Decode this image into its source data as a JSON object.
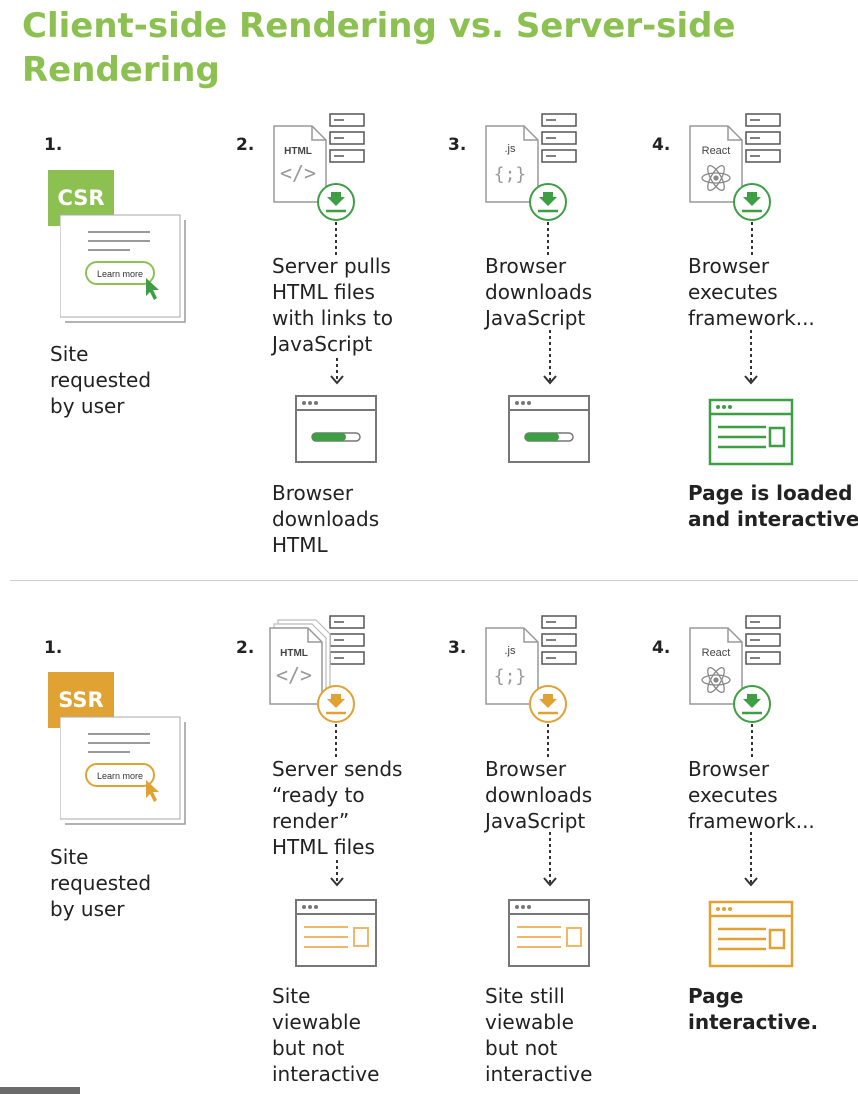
{
  "title": "Client-side Rendering vs. Server-side Rendering",
  "colors": {
    "green": "#8cc152",
    "dark_green": "#3e9e43",
    "orange": "#e0a233",
    "gray": "#8a8a8a"
  },
  "csr": {
    "badge": "CSR",
    "steps": [
      {
        "num": "1.",
        "caption": [
          "Site",
          "requested",
          "by user"
        ],
        "button": "Learn more"
      },
      {
        "num": "2.",
        "file": "HTML",
        "caption": [
          "Server pulls",
          "HTML files",
          "with links to",
          "JavaScript"
        ],
        "result": [
          "Browser",
          "downloads",
          "HTML"
        ],
        "progress": 0.7
      },
      {
        "num": "3.",
        "file": ".js",
        "caption": [
          "Browser",
          "downloads",
          "JavaScript"
        ],
        "progress": 0.7
      },
      {
        "num": "4.",
        "file": "React",
        "caption": [
          "Browser",
          "executes",
          "framework..."
        ],
        "result": [
          "Page is loaded",
          "and interactive."
        ]
      }
    ]
  },
  "ssr": {
    "badge": "SSR",
    "steps": [
      {
        "num": "1.",
        "caption": [
          "Site",
          "requested",
          "by user"
        ],
        "button": "Learn more"
      },
      {
        "num": "2.",
        "file": "HTML",
        "caption": [
          "Server sends",
          "“ready to",
          "render”",
          "HTML files"
        ],
        "result": [
          "Site",
          "viewable",
          "but not",
          "interactive"
        ]
      },
      {
        "num": "3.",
        "file": ".js",
        "caption": [
          "Browser",
          "downloads",
          "JavaScript"
        ],
        "result": [
          "Site still",
          "viewable",
          "but not",
          "interactive"
        ]
      },
      {
        "num": "4.",
        "file": "React",
        "caption": [
          "Browser",
          "executes",
          "framework..."
        ],
        "result": [
          "Page",
          "interactive."
        ]
      }
    ]
  }
}
